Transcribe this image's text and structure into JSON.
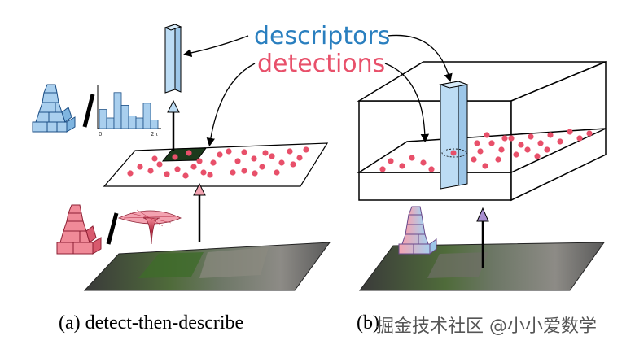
{
  "labels": {
    "descriptors": "descriptors",
    "detections": "detections"
  },
  "captions": {
    "a": "(a) detect-then-describe",
    "b": "(b)"
  },
  "watermark": "掘金技术社区 @小小爱数学",
  "histogram": {
    "tick_start": "0",
    "tick_end": "2π",
    "bars": [
      0.45,
      0.25,
      0.85,
      0.55,
      0.3,
      0.25,
      0.6,
      0.2
    ]
  },
  "colors": {
    "descriptor_blue": "#2a7fbf",
    "detection_pink": "#e8506a",
    "descriptor_fill": "#bcdcf4",
    "detection_fill": "#f08a98",
    "histogram_fill": "#a9cfee"
  },
  "icons": {
    "hog_pyramid": "blue stacked pyramid (descriptor)",
    "dog_pyramid": "pink stacked pyramid (detector)",
    "dog_surface": "difference-of-gaussian surface",
    "combined_pyramid": "pink-blue stacked pyramid (joint)"
  }
}
